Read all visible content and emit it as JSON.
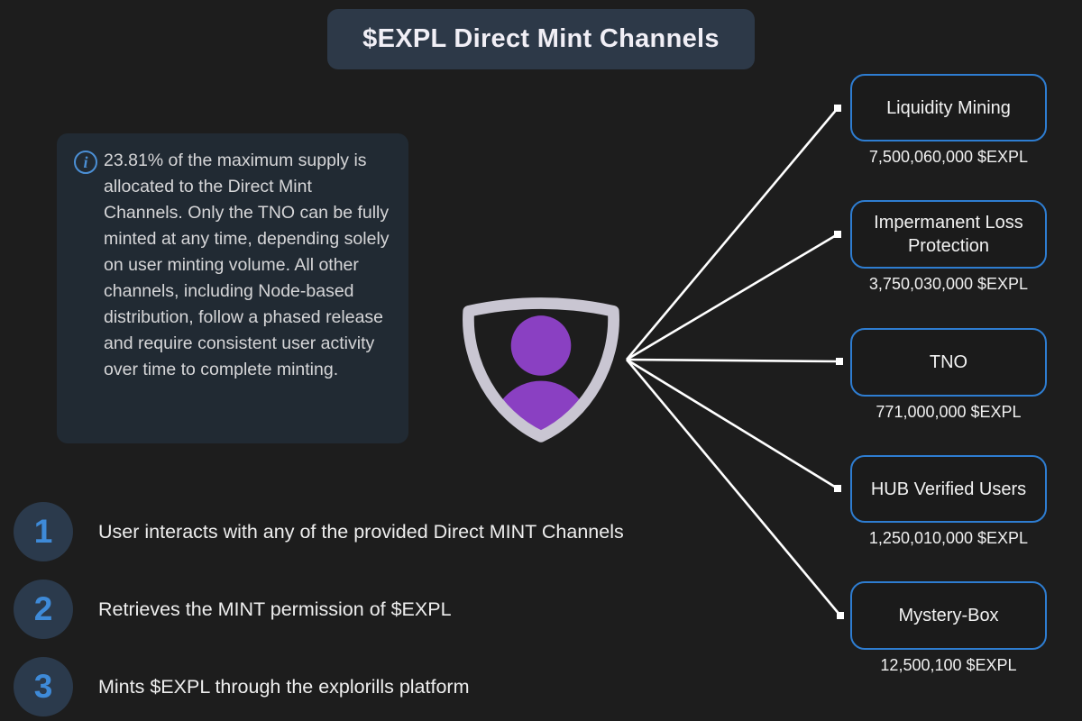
{
  "title": "$EXPL Direct Mint Channels",
  "info": {
    "text": "23.81% of the maximum supply is allocated to the Direct Mint Channels. Only the TNO can be fully minted at any time, depending solely on user minting volume. All other channels, including Node-based distribution, follow a phased release and require consistent user activity over time to complete minting.",
    "icon": "info-icon",
    "icon_glyph": "i"
  },
  "center": {
    "icon": "user-shield-icon",
    "shield_color": "#c9c6d2",
    "person_color": "#8a40c2"
  },
  "channels": [
    {
      "label": "Liquidity Mining",
      "amount": "7,500,060,000 $EXPL"
    },
    {
      "label": "Impermanent Loss Protection",
      "amount": "3,750,030,000 $EXPL"
    },
    {
      "label": "TNO",
      "amount": "771,000,000 $EXPL"
    },
    {
      "label": "HUB Verified Users",
      "amount": "1,250,010,000 $EXPL"
    },
    {
      "label": "Mystery-Box",
      "amount": "12,500,100 $EXPL"
    }
  ],
  "steps": [
    {
      "number": "1",
      "text": "User interacts with any of the provided Direct MINT Channels"
    },
    {
      "number": "2",
      "text": "Retrieves the MINT permission of $EXPL"
    },
    {
      "number": "3",
      "text": "Mints $EXPL through the explorills platform"
    }
  ],
  "colors": {
    "background": "#1d1d1d",
    "title_pill_bg": "#2d3948",
    "info_box_bg": "#212a33",
    "info_icon_blue": "#4b8fd5",
    "channel_border_blue": "#2e7dd1",
    "step_circle_bg": "#2b3a4c",
    "step_number_blue": "#3e8ad8",
    "connector_line": "#ffffff"
  }
}
